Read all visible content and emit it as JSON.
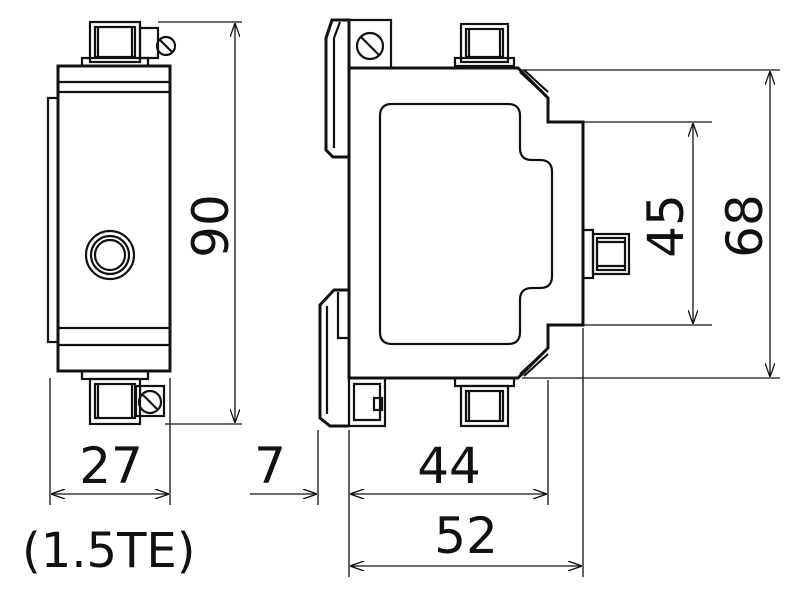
{
  "drawing": {
    "dimensions": {
      "front_width": "27",
      "front_width_note": "(1.5TE)",
      "front_height": "90",
      "side_rail": "7",
      "side_body_width": "44",
      "side_total_width": "52",
      "side_inner_height": "45",
      "side_outer_height": "68"
    }
  }
}
